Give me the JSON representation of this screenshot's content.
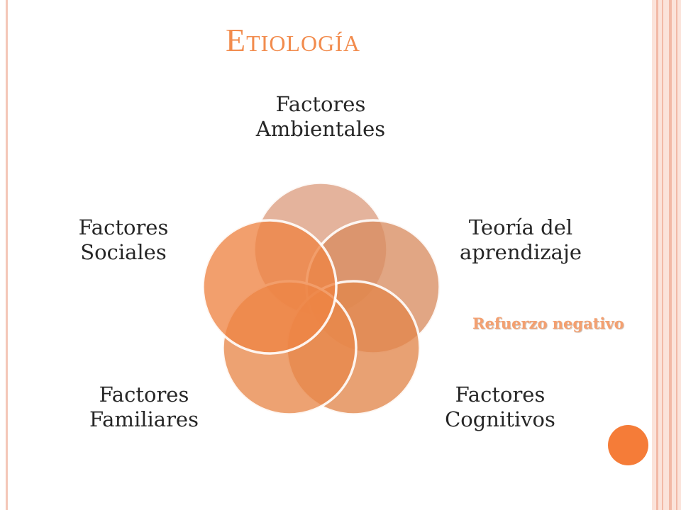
{
  "title": {
    "first": "E",
    "rest": "tiología"
  },
  "diagram": {
    "labels": {
      "top": "Factores\nAmbientales",
      "right": "Teoría del\naprendizaje",
      "bottom_right": "Factores\nCognitivos",
      "bottom_left": "Factores\nFamiliares",
      "left": "Factores\nSociales"
    },
    "note": "Refuerzo negativo",
    "colors": {
      "accent": "#f57c38",
      "title": "#f28c4e",
      "circle_top": "#dc9e80",
      "circle_right": "#d98d62",
      "circle_bottom_right": "#e2874b",
      "circle_bottom_left": "#e8884a",
      "circle_left": "#ee8444"
    }
  }
}
